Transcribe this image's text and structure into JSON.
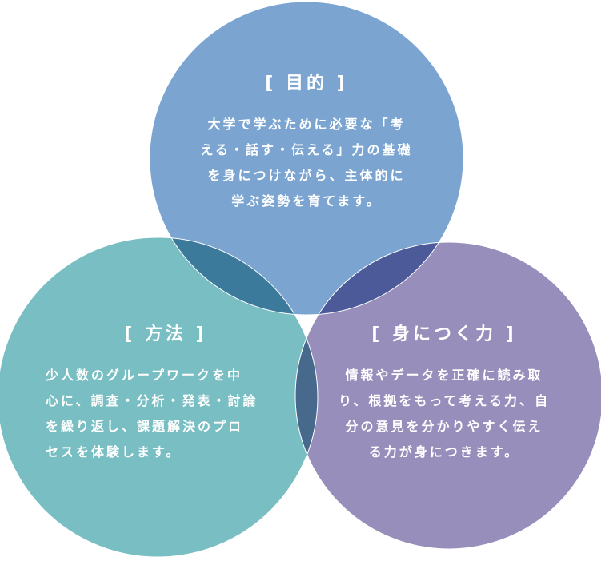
{
  "colors": {
    "purpose": "#7BA5D0",
    "method": "#79BEC2",
    "skills": "#988EBB",
    "purpose_method": "#3C7A9C",
    "purpose_skills": "#4C5A99",
    "method_skills": "#476A8C"
  },
  "purpose": {
    "title": "[ 目的 ]",
    "lines": [
      "大学で学ぶために必要な「考",
      "える・話す・伝える」力の基礎",
      "を身につけながら、主体的に",
      "学ぶ姿勢を育てます。"
    ]
  },
  "method": {
    "title": "[ 方法 ]",
    "lines": [
      "少人数のグループワークを中",
      "心に、調査・分析・発表・討論",
      "を繰り返し、課題解決のプロ",
      "セスを体験します。"
    ]
  },
  "skills": {
    "title": "[ 身につく力 ]",
    "lines": [
      "情報やデータを正確に読み取",
      "り、根拠をもって考える力、自",
      "分の意見を分かりやすく伝え",
      "る力が身につきます。"
    ]
  }
}
